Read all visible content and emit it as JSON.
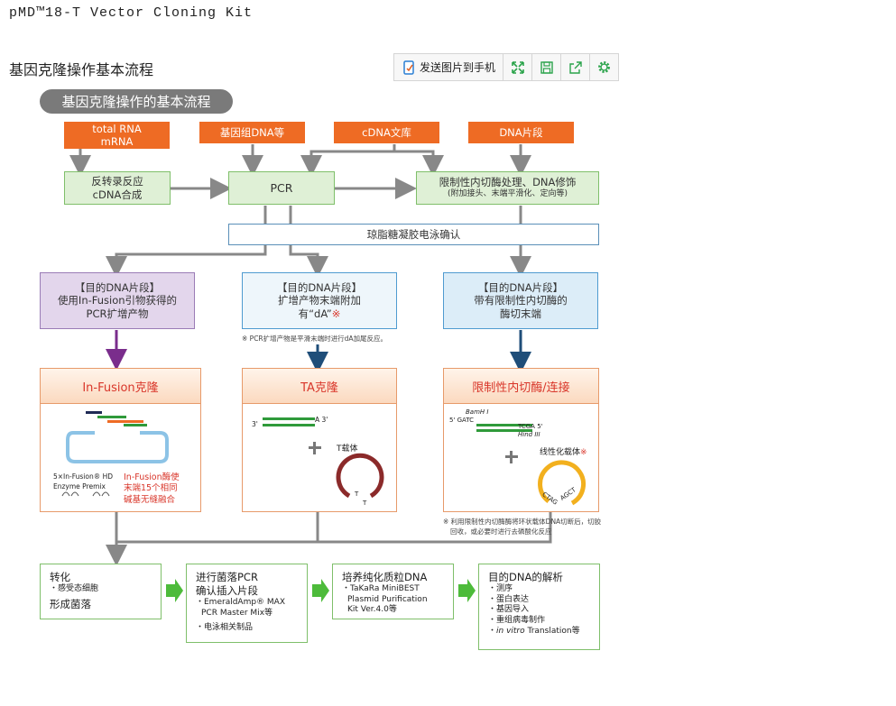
{
  "header": {
    "title": "pMD™18-T Vector Cloning Kit"
  },
  "section_title": "基因克隆操作基本流程",
  "toolbar": {
    "send_label": "发送图片到手机"
  },
  "colors": {
    "orange": "#ee6b24",
    "green_border": "#7fbf6a",
    "toolbar_icon": "#2aa34a"
  },
  "diagram": {
    "pill": "基因克隆操作的基本流程",
    "sources": {
      "rna_1": "total RNA",
      "rna_2": "mRNA",
      "genomic": "基因组DNA等",
      "cdna_lib": "cDNA文库",
      "dna_frag": "DNA片段"
    },
    "rt_1": "反转录反应",
    "rt_2": "cDNA合成",
    "pcr": "PCR",
    "restr_1": "限制性内切酶处理、DNA修饰",
    "restr_2": "(附加接头、末端平滑化、定向等)",
    "gel": "琼脂糖凝胶电泳确认",
    "frag_a": {
      "l1": "【目的DNA片段】",
      "l2": "使用In-Fusion引物获得的",
      "l3": "PCR扩增产物"
    },
    "frag_b": {
      "l1": "【目的DNA片段】",
      "l2": "扩增产物末端附加",
      "l3": "有“dA”",
      "mark": "※"
    },
    "frag_b_note": "※ PCR扩增产物是平滑末端时进行dA加尾反应。",
    "frag_c": {
      "l1": "【目的DNA片段】",
      "l2": "带有限制性内切酶的",
      "l3": "酶切末端"
    },
    "infusion": {
      "title": "In-Fusion克隆",
      "premix_1": "5×In-Fusion® HD",
      "premix_2": "Enzyme Premix",
      "red_1": "In-Fusion酶使",
      "red_2": "末端15个相同",
      "red_3": "碱基无缝融合"
    },
    "ta": {
      "title": "TA克隆",
      "three": "3'",
      "a3": "A 3'",
      "tvector": "T载体",
      "t1": "T",
      "t2": "T"
    },
    "restriction": {
      "title": "限制性内切酶/连接",
      "bamhi": "BamH I",
      "gatc": "5' GATC",
      "tcga": "TCGA 5'",
      "hind": "Hind III",
      "linear": "线性化载体",
      "mark": "※",
      "ctag": "CTAG",
      "agct": "AGCT"
    },
    "restr_note_1": "※ 利用限制性内切酶酶将环状载体DNA切断后，切胶",
    "restr_note_2": "回收，或必要时进行去磷酸化反应",
    "step1": {
      "title": "转化",
      "sub": "・感受态细胞",
      "title2": "形成菌落"
    },
    "step2": {
      "title_1": "进行菌落PCR",
      "title_2": "确认插入片段",
      "item1_1": "・EmeraldAmp® MAX",
      "item1_2": "PCR Master Mix等",
      "item2": "・电泳相关制品"
    },
    "step3": {
      "title": "培养纯化质粒DNA",
      "item_1": "・TaKaRa MiniBEST",
      "item_2": "Plasmid Purification",
      "item_3": "Kit Ver.4.0等"
    },
    "step4": {
      "title": "目的DNA的解析",
      "items": [
        "・测序",
        "・蛋白表达",
        "・基因导入",
        "・重组病毒制作"
      ],
      "vitro_em": "in vitro",
      "vitro_rest": "Translation等",
      "vitro_dot": "・"
    }
  }
}
